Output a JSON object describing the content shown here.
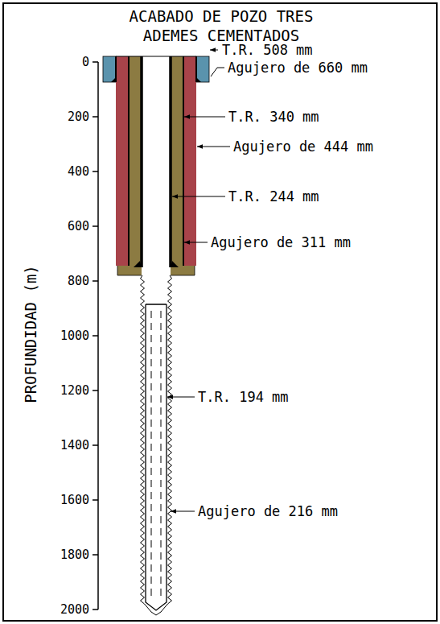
{
  "diagram": {
    "title": "ACABADO DE POZO TRES ADEMES CEMENTADOS",
    "labels": [
      "T.R. 508 mm",
      "Agujero de 660 mm",
      "T.R. 340 mm",
      "Agujero de 444 mm",
      "T.R. 244 mm",
      "Agujero de 311 mm",
      "T.R. 194 mm",
      "Agujero de 216 mm",
      "PROFUNDIDAD (m)",
      "0",
      "200",
      "400",
      "600",
      "800",
      "1000",
      "1200",
      "1400",
      "1600",
      "1800",
      "2000"
    ]
  }
}
